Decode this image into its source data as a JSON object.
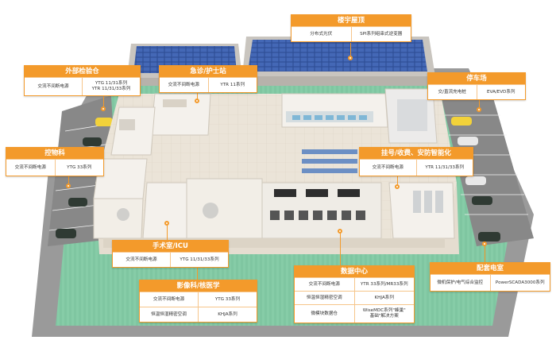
{
  "colors": {
    "accent": "#f39a2b",
    "accent_light": "#f6c58a",
    "panel": "#3b5fa8",
    "wall": "#f4f1ec",
    "floor": "#e9e2d6",
    "grass": "#7cc2a0",
    "road": "#8f8f8f",
    "car_yellow": "#f2d23a",
    "car_dark": "#2f3a33"
  },
  "callouts": {
    "rooftop": {
      "title": "楼宇屋顶",
      "rows": [
        [
          "分布式光伏",
          "SPI系列组串式逆变器"
        ]
      ]
    },
    "outpatient": {
      "title": "外部检验仓",
      "rows": [
        [
          "交流不间断电源",
          "YTG 11/31系列\nYTR 11/31/33系列"
        ]
      ]
    },
    "emergency": {
      "title": "急诊/护士站",
      "rows": [
        [
          "交流不间断电源",
          "YTR 11系列"
        ]
      ]
    },
    "parking": {
      "title": "停车场",
      "rows": [
        [
          "交/直流充电桩",
          "EVA/EVD系列"
        ]
      ]
    },
    "control": {
      "title": "控物科",
      "rows": [
        [
          "交流不间断电源",
          "YTG 33系列"
        ]
      ]
    },
    "registration": {
      "title": "挂号/收费、安防智能化",
      "rows": [
        [
          "交流不间断电源",
          "YTR 11/31/33系列"
        ]
      ]
    },
    "surgery": {
      "title": "手术室/ICU",
      "rows": [
        [
          "交流不间断电源",
          "YTG 11/31/33系列"
        ]
      ]
    },
    "datacenter": {
      "title": "数据中心",
      "rows": [
        [
          "交流不间断电源",
          "YTR 33系列/MR33系列"
        ],
        [
          "恒温恒湿精密空调",
          "KHJA系列"
        ],
        [
          "微模块数据仓",
          "WiseMDC系列\"蜂巢\"\n基础\"解决方案"
        ]
      ]
    },
    "distribution": {
      "title": "配套电室",
      "rows": [
        [
          "微机保护/电气综合监控",
          "PowerSCADA3000系列"
        ]
      ]
    },
    "imaging": {
      "title": "影像科/核医学",
      "rows": [
        [
          "交流不间断电源",
          "YTG 33系列"
        ],
        [
          "恒温恒湿精密空调",
          "KHJA系列"
        ]
      ]
    }
  }
}
